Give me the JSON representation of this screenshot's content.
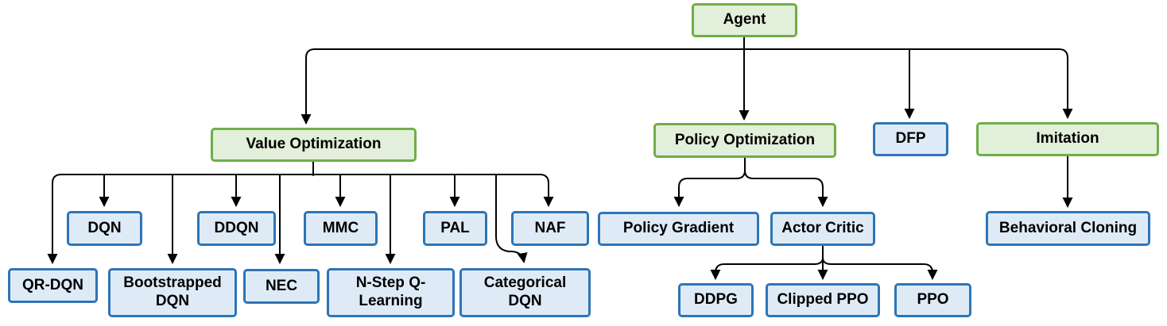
{
  "colors": {
    "green_border": "#70AD47",
    "green_fill": "#E2EFDA",
    "blue_border": "#2E75B6",
    "blue_fill": "#DEEBF7",
    "line": "#000000"
  },
  "nodes": {
    "agent": {
      "label": "Agent",
      "type": "green"
    },
    "value_optimization": {
      "label": "Value Optimization",
      "type": "green"
    },
    "policy_optimization": {
      "label": "Policy Optimization",
      "type": "green"
    },
    "dfp": {
      "label": "DFP",
      "type": "blue"
    },
    "imitation": {
      "label": "Imitation",
      "type": "green"
    },
    "dqn": {
      "label": "DQN",
      "type": "blue"
    },
    "ddqn": {
      "label": "DDQN",
      "type": "blue"
    },
    "mmc": {
      "label": "MMC",
      "type": "blue"
    },
    "pal": {
      "label": "PAL",
      "type": "blue"
    },
    "naf": {
      "label": "NAF",
      "type": "blue"
    },
    "qr_dqn": {
      "label": "QR-DQN",
      "type": "blue"
    },
    "bootstrapped_dqn": {
      "label": "Bootstrapped DQN",
      "type": "blue"
    },
    "nec": {
      "label": "NEC",
      "type": "blue"
    },
    "n_step_q_learning": {
      "label": "N-Step Q-Learning",
      "type": "blue"
    },
    "categorical_dqn": {
      "label": "Categorical DQN",
      "type": "blue"
    },
    "policy_gradient": {
      "label": "Policy Gradient",
      "type": "blue"
    },
    "actor_critic": {
      "label": "Actor Critic",
      "type": "blue"
    },
    "behavioral_cloning": {
      "label": "Behavioral Cloning",
      "type": "blue"
    },
    "ddpg": {
      "label": "DDPG",
      "type": "blue"
    },
    "clipped_ppo": {
      "label": "Clipped PPO",
      "type": "blue"
    },
    "ppo": {
      "label": "PPO",
      "type": "blue"
    }
  },
  "edges": [
    {
      "from": "agent",
      "to": "value_optimization"
    },
    {
      "from": "agent",
      "to": "policy_optimization"
    },
    {
      "from": "agent",
      "to": "dfp"
    },
    {
      "from": "agent",
      "to": "imitation"
    },
    {
      "from": "value_optimization",
      "to": "qr_dqn"
    },
    {
      "from": "value_optimization",
      "to": "dqn"
    },
    {
      "from": "value_optimization",
      "to": "bootstrapped_dqn"
    },
    {
      "from": "value_optimization",
      "to": "ddqn"
    },
    {
      "from": "value_optimization",
      "to": "nec"
    },
    {
      "from": "value_optimization",
      "to": "mmc"
    },
    {
      "from": "value_optimization",
      "to": "n_step_q_learning"
    },
    {
      "from": "value_optimization",
      "to": "pal"
    },
    {
      "from": "value_optimization",
      "to": "categorical_dqn"
    },
    {
      "from": "value_optimization",
      "to": "naf"
    },
    {
      "from": "policy_optimization",
      "to": "policy_gradient"
    },
    {
      "from": "policy_optimization",
      "to": "actor_critic"
    },
    {
      "from": "actor_critic",
      "to": "ddpg"
    },
    {
      "from": "actor_critic",
      "to": "clipped_ppo"
    },
    {
      "from": "actor_critic",
      "to": "ppo"
    },
    {
      "from": "imitation",
      "to": "behavioral_cloning"
    }
  ]
}
